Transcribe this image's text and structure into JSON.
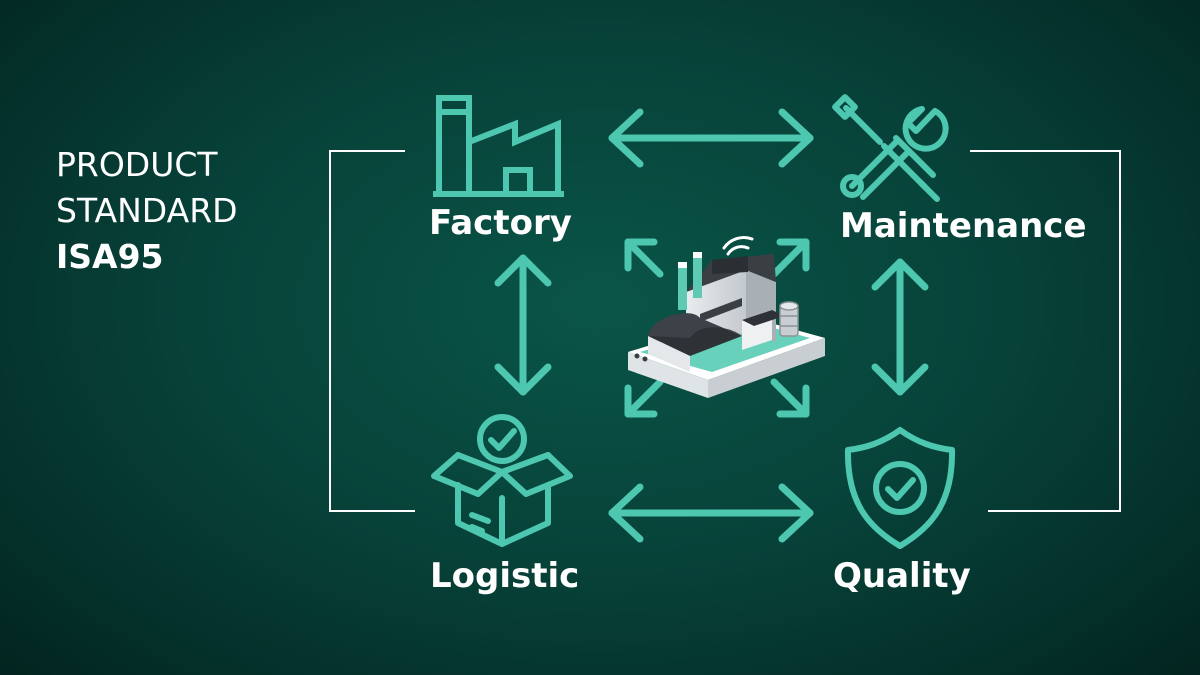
{
  "title": {
    "line1": "PRODUCT",
    "line2": "STANDARD",
    "line3": "ISA95"
  },
  "nodes": {
    "factory": {
      "label": "Factory",
      "icon": "factory-icon"
    },
    "maintenance": {
      "label": "Maintenance",
      "icon": "tools-icon"
    },
    "logistic": {
      "label": "Logistic",
      "icon": "box-check-icon"
    },
    "quality": {
      "label": "Quality",
      "icon": "shield-check-icon"
    }
  },
  "center": {
    "icon": "smart-factory-illustration"
  },
  "colors": {
    "accent": "#4dc7b0",
    "text": "#ffffff",
    "frame": "#ffffff",
    "bg_center": "#0a5548",
    "bg_edge": "#021f1b"
  }
}
